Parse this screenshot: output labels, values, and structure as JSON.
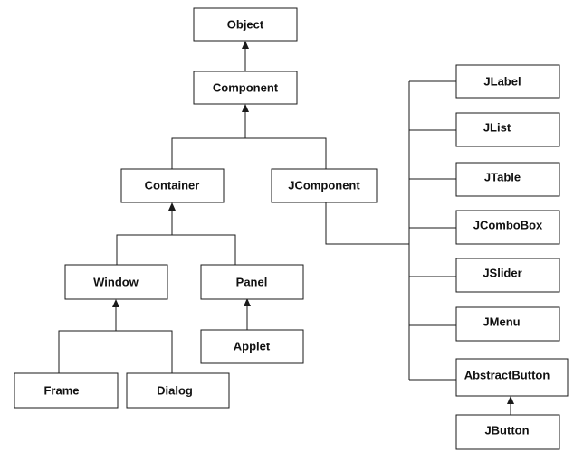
{
  "diagram": {
    "nodes": {
      "object": "Object",
      "component": "Component",
      "container": "Container",
      "jcomponent": "JComponent",
      "window": "Window",
      "panel": "Panel",
      "applet": "Applet",
      "frame": "Frame",
      "dialog": "Dialog",
      "jlabel": "JLabel",
      "jlist": "JList",
      "jtable": "JTable",
      "jcombobox": "JComboBox",
      "jslider": "JSlider",
      "jmenu": "JMenu",
      "abstractbutton": "AbstractButton",
      "jbutton": "JButton"
    },
    "edges": [
      {
        "child": "component",
        "parent": "object"
      },
      {
        "child": "container",
        "parent": "component"
      },
      {
        "child": "jcomponent",
        "parent": "component"
      },
      {
        "child": "window",
        "parent": "container"
      },
      {
        "child": "panel",
        "parent": "container"
      },
      {
        "child": "applet",
        "parent": "panel"
      },
      {
        "child": "frame",
        "parent": "window"
      },
      {
        "child": "dialog",
        "parent": "window"
      },
      {
        "child": "jlabel",
        "parent": "jcomponent"
      },
      {
        "child": "jlist",
        "parent": "jcomponent"
      },
      {
        "child": "jtable",
        "parent": "jcomponent"
      },
      {
        "child": "jcombobox",
        "parent": "jcomponent"
      },
      {
        "child": "jslider",
        "parent": "jcomponent"
      },
      {
        "child": "jmenu",
        "parent": "jcomponent"
      },
      {
        "child": "abstractbutton",
        "parent": "jcomponent"
      },
      {
        "child": "jbutton",
        "parent": "abstractbutton"
      }
    ]
  }
}
